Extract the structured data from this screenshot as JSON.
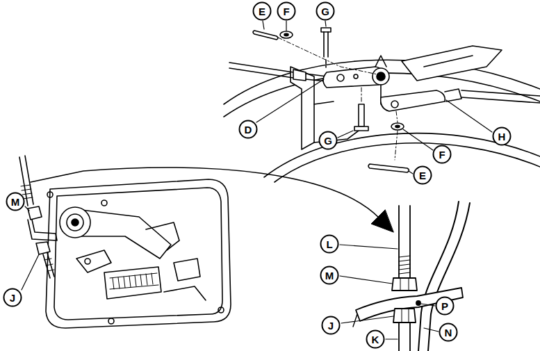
{
  "diagram": {
    "nodes": [
      {
        "text": [
          "E"
        ]
      },
      {
        "text": [
          "F"
        ]
      },
      {
        "text": [
          "G"
        ]
      },
      {
        "text": [
          "D"
        ]
      },
      {
        "text": [
          "G"
        ]
      },
      {
        "text": [
          "H"
        ]
      },
      {
        "text": [
          "F"
        ]
      },
      {
        "text": [
          "E"
        ]
      },
      {
        "text": [
          "M"
        ]
      },
      {
        "text": [
          "L"
        ]
      },
      {
        "text": [
          "M"
        ]
      },
      {
        "text": [
          "J"
        ]
      },
      {
        "text": [
          "P"
        ]
      },
      {
        "text": [
          "J"
        ]
      },
      {
        "text": [
          "N"
        ]
      },
      {
        "text": [
          "K"
        ]
      }
    ]
  }
}
